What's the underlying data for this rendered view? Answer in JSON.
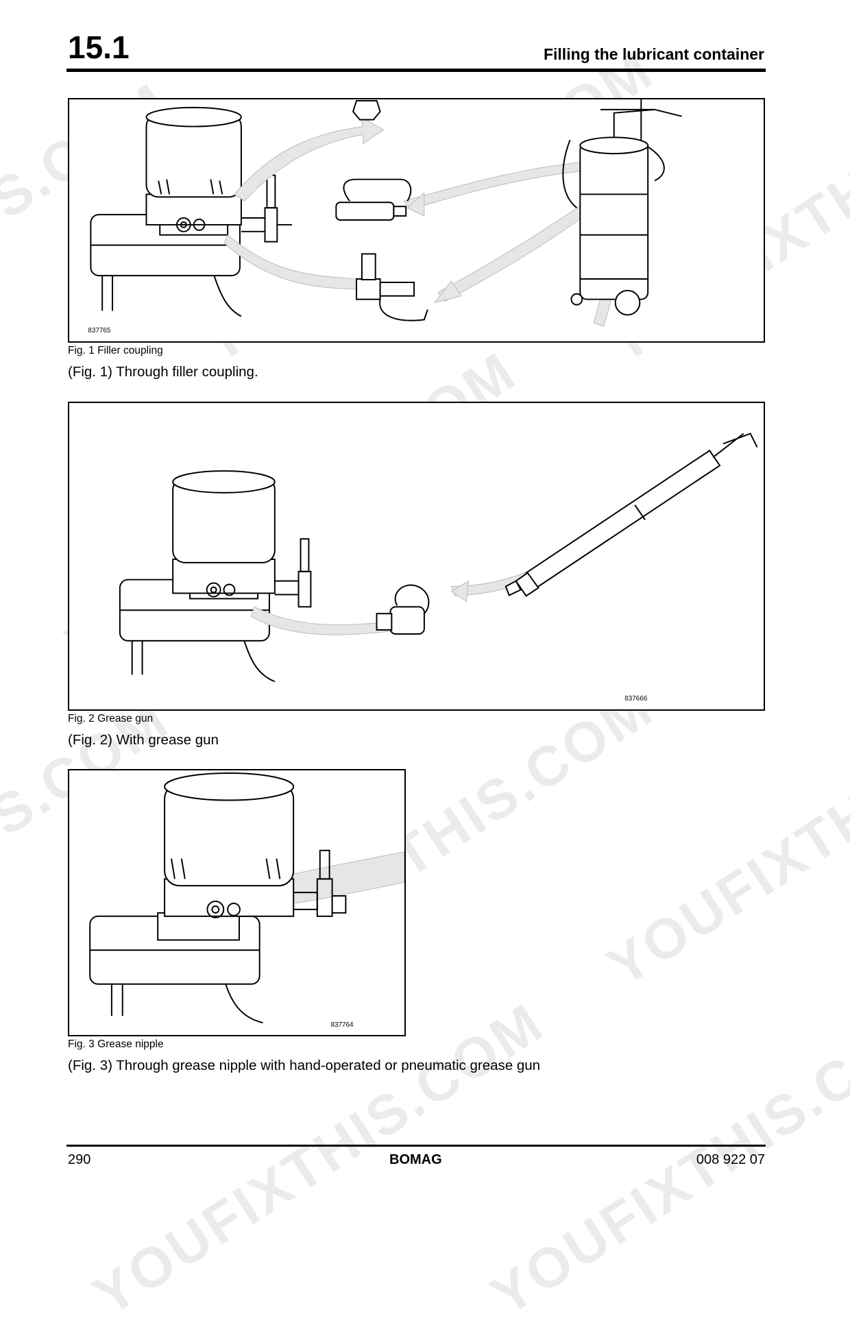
{
  "header": {
    "section": "15.1",
    "title": "Filling the lubricant container"
  },
  "figures": [
    {
      "id": "837765",
      "caption": "Fig. 1 Filler coupling",
      "text": "(Fig. 1) Through filler coupling."
    },
    {
      "id": "837666",
      "caption": "Fig. 2 Grease gun",
      "text": "(Fig. 2) With grease gun"
    },
    {
      "id": "837764",
      "caption": "Fig. 3 Grease nipple",
      "text": "(Fig. 3) Through grease nipple with hand-operated or pneumatic grease gun"
    }
  ],
  "footer": {
    "page": "290",
    "brand": "BOMAG",
    "doc": "008 922 07"
  },
  "watermarks": [
    "S.COM",
    "YOUFIXTHIS.COM",
    "YOUFIXTHIS",
    "YOUFIXTHIS.COM",
    "S.COM",
    "YOUFIXTHIS.COM",
    "YOUFIXTHIS",
    "YOUFIXTHIS.COM",
    "YOUFIXTHIS.COM"
  ]
}
